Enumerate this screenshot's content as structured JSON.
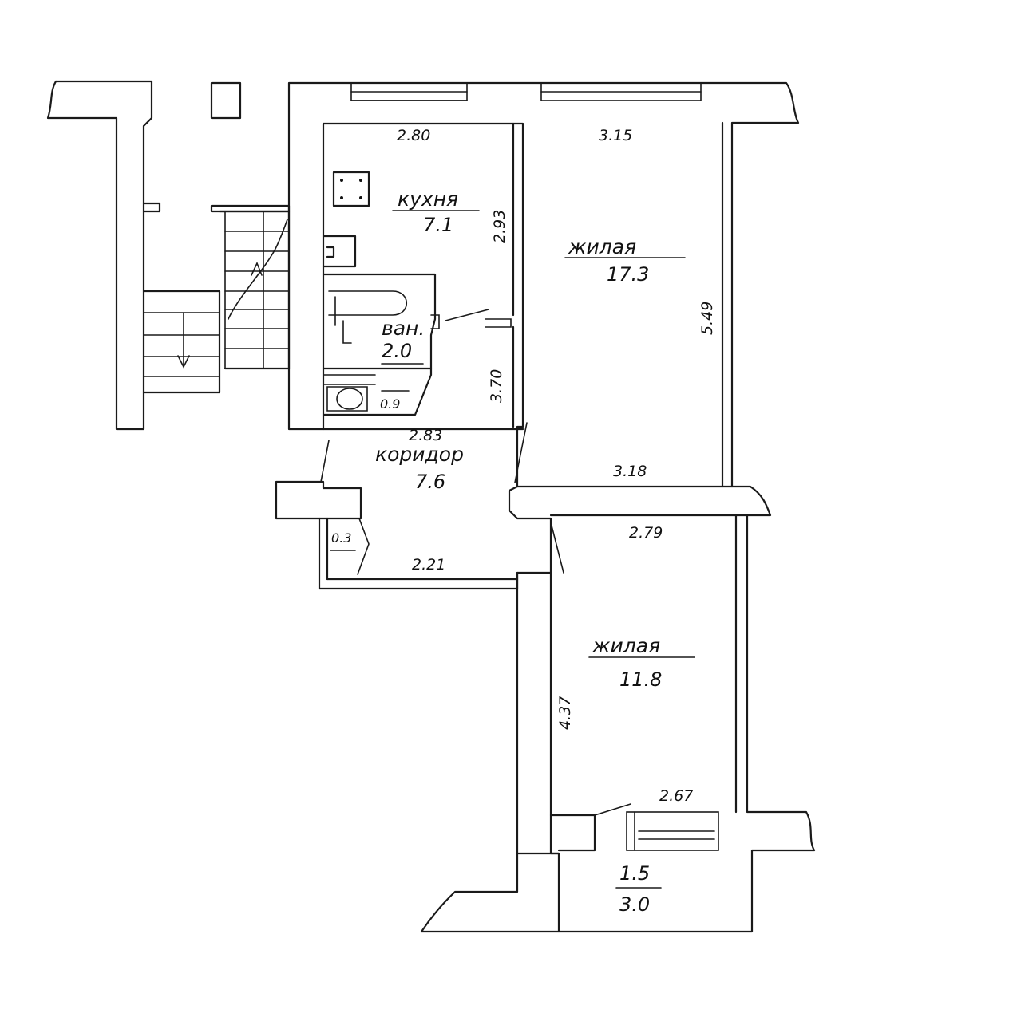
{
  "rooms": {
    "kitchen": {
      "name": "кухня",
      "area": "7.1"
    },
    "living_large": {
      "name": "жилая",
      "area": "17.3"
    },
    "bath": {
      "name": "ван.",
      "area": "2.0"
    },
    "toilet": {
      "area": "0.9"
    },
    "corridor": {
      "name": "коридор",
      "area": "7.6"
    },
    "closet": {
      "area": "0.3"
    },
    "living_small": {
      "name": "жилая",
      "area": "11.8"
    },
    "balcony": {
      "area_top": "1.5",
      "area_bottom": "3.0"
    }
  },
  "dimensions": {
    "kitchen_width": "2.80",
    "living_large_top": "3.15",
    "kitchen_depth": "2.93",
    "living_large_height": "5.49",
    "corridor_depth": "3.70",
    "corridor_width": "2.83",
    "living_large_bottom": "3.18",
    "living_small_top": "2.79",
    "closet_width": "2.21",
    "living_small_height": "4.37",
    "living_small_bottom": "2.67"
  }
}
